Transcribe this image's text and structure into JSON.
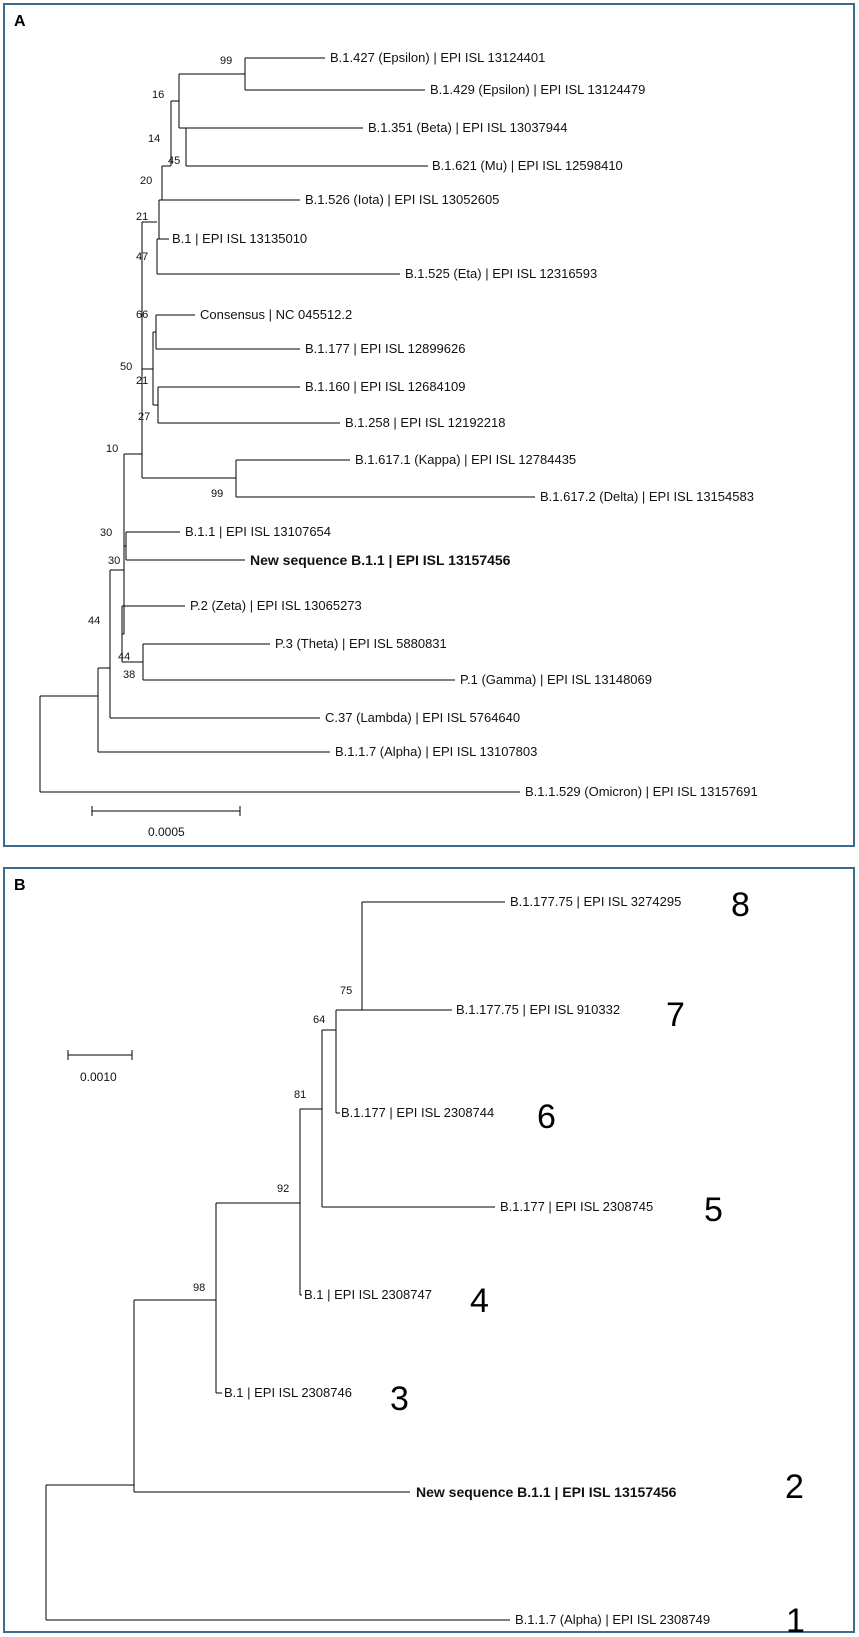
{
  "panel_a": {
    "letter": "A",
    "scale": "0.0005",
    "leaves": [
      {
        "label": "B.1.427 (Epsilon) | EPI ISL 13124401",
        "bold": false
      },
      {
        "label": "B.1.429 (Epsilon) | EPI ISL 13124479",
        "bold": false
      },
      {
        "label": "B.1.351 (Beta) | EPI ISL 13037944",
        "bold": false
      },
      {
        "label": "B.1.621 (Mu) | EPI ISL 12598410",
        "bold": false
      },
      {
        "label": "B.1.526 (Iota) | EPI ISL 13052605",
        "bold": false
      },
      {
        "label": "B.1 | EPI ISL 13135010",
        "bold": false
      },
      {
        "label": "B.1.525 (Eta) | EPI ISL 12316593",
        "bold": false
      },
      {
        "label": "Consensus | NC 045512.2",
        "bold": false
      },
      {
        "label": "B.1.177 | EPI ISL 12899626",
        "bold": false
      },
      {
        "label": "B.1.160 | EPI ISL 12684109",
        "bold": false
      },
      {
        "label": "B.1.258 | EPI ISL 12192218",
        "bold": false
      },
      {
        "label": "B.1.617.1 (Kappa) | EPI ISL 12784435",
        "bold": false
      },
      {
        "label": "B.1.617.2 (Delta) | EPI ISL 13154583",
        "bold": false
      },
      {
        "label": "B.1.1 | EPI ISL 13107654",
        "bold": false
      },
      {
        "label": "New sequence B.1.1 | EPI ISL 13157456",
        "bold": true
      },
      {
        "label": "P.2 (Zeta) | EPI ISL 13065273",
        "bold": false
      },
      {
        "label": "P.3 (Theta) | EPI ISL 5880831",
        "bold": false
      },
      {
        "label": "P.1 (Gamma) | EPI ISL 13148069",
        "bold": false
      },
      {
        "label": "C.37 (Lambda) | EPI ISL 5764640",
        "bold": false
      },
      {
        "label": "B.1.1.7 (Alpha) | EPI ISL 13107803",
        "bold": false
      },
      {
        "label": "B.1.1.529 (Omicron) | EPI ISL 13157691",
        "bold": false
      }
    ],
    "bootstraps": [
      "99",
      "16",
      "14",
      "45",
      "20",
      "21",
      "47",
      "66",
      "21",
      "27",
      "50",
      "10",
      "99",
      "30",
      "30",
      "44",
      "38",
      "44"
    ]
  },
  "panel_b": {
    "letter": "B",
    "scale": "0.0010",
    "leaves": [
      {
        "label": "B.1.177.75 | EPI ISL 3274295",
        "bold": false,
        "number": "8"
      },
      {
        "label": "B.1.177.75 | EPI ISL 910332",
        "bold": false,
        "number": "7"
      },
      {
        "label": "B.1.177 | EPI ISL 2308744",
        "bold": false,
        "number": "6"
      },
      {
        "label": "B.1.177 | EPI ISL 2308745",
        "bold": false,
        "number": "5"
      },
      {
        "label": "B.1 | EPI ISL 2308747",
        "bold": false,
        "number": "4"
      },
      {
        "label": "B.1 | EPI ISL 2308746",
        "bold": false,
        "number": "3"
      },
      {
        "label": "New sequence B.1.1 | EPI ISL 13157456",
        "bold": true,
        "number": "2"
      },
      {
        "label": "B.1.1.7 (Alpha) | EPI ISL 2308749",
        "bold": false,
        "number": "1"
      }
    ],
    "bootstraps": [
      "75",
      "64",
      "81",
      "92",
      "98"
    ]
  }
}
